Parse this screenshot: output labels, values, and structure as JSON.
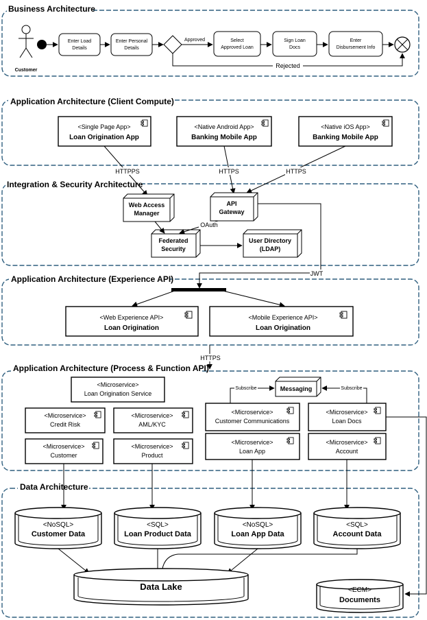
{
  "lanes": {
    "business": "Business Architecture",
    "client": "Application Architecture (Client Compute)",
    "integration": "Integration & Security Architecture",
    "experience": "Application Architecture (Experience API)",
    "process": "Application Architecture (Process & Function API)",
    "data": "Data Architecture"
  },
  "business": {
    "actor": "Customer",
    "steps": [
      [
        "Enter Load",
        "Details"
      ],
      [
        "Enter Personal",
        "Details"
      ],
      [
        "Select",
        "Approved Loan"
      ],
      [
        "Sign Loan",
        "Docs"
      ],
      [
        "Enter",
        "Disbursement Info"
      ]
    ],
    "approved": "Approved",
    "rejected": "Rejected"
  },
  "client": [
    {
      "stereotype": "<Single Page App>",
      "name": "Loan Origination App"
    },
    {
      "stereotype": "<Native Android App>",
      "name": "Banking Mobile App"
    },
    {
      "stereotype": "<Native iOS App>",
      "name": "Banking Mobile App"
    }
  ],
  "integration": {
    "wam": [
      "Web Access",
      "Manager"
    ],
    "gateway": [
      "API",
      "Gateway"
    ],
    "federated": [
      "Federated",
      "Security"
    ],
    "directory": [
      "User Directory",
      "(LDAP)"
    ],
    "oauth": "OAuth",
    "jwt": "JWT",
    "https1": "HTTPPS",
    "https2": "HTTPS",
    "https3": "HTTPS",
    "https4": "HTTPS"
  },
  "experience": [
    {
      "stereotype": "<Web Experience API>",
      "name": "Loan Origination"
    },
    {
      "stereotype": "<Mobile Experience API>",
      "name": "Loan Origination"
    }
  ],
  "process": {
    "origination": {
      "stereotype": "<Microservice>",
      "name": "Loan Origination Service"
    },
    "credit": {
      "stereotype": "<Microservice>",
      "name": "Credit Risk"
    },
    "aml": {
      "stereotype": "<Microservice>",
      "name": "AML/KYC"
    },
    "customer": {
      "stereotype": "<Microservice>",
      "name": "Customer"
    },
    "product": {
      "stereotype": "<Microservice>",
      "name": "Product"
    },
    "messaging": "Messaging",
    "subscribe1": "Subscribe",
    "subscribe2": "Subscribe",
    "comms": {
      "stereotype": "<Microservice>",
      "name": "Customer Communications"
    },
    "docs": {
      "stereotype": "<Microservice>",
      "name": "Loan Docs"
    },
    "loanapp": {
      "stereotype": "<Microservice>",
      "name": "Loan App"
    },
    "account": {
      "stereotype": "<Microservice>",
      "name": "Account"
    }
  },
  "data": {
    "customer": {
      "stereotype": "<NoSQL>",
      "name": "Customer Data"
    },
    "product": {
      "stereotype": "<SQL>",
      "name": "Loan Product Data"
    },
    "loanapp": {
      "stereotype": "<NoSQL>",
      "name": "Loan App Data"
    },
    "account": {
      "stereotype": "<SQL>",
      "name": "Account Data"
    },
    "lake": "Data Lake",
    "documents": {
      "stereotype": "<ECM>",
      "name": "Documents"
    }
  }
}
